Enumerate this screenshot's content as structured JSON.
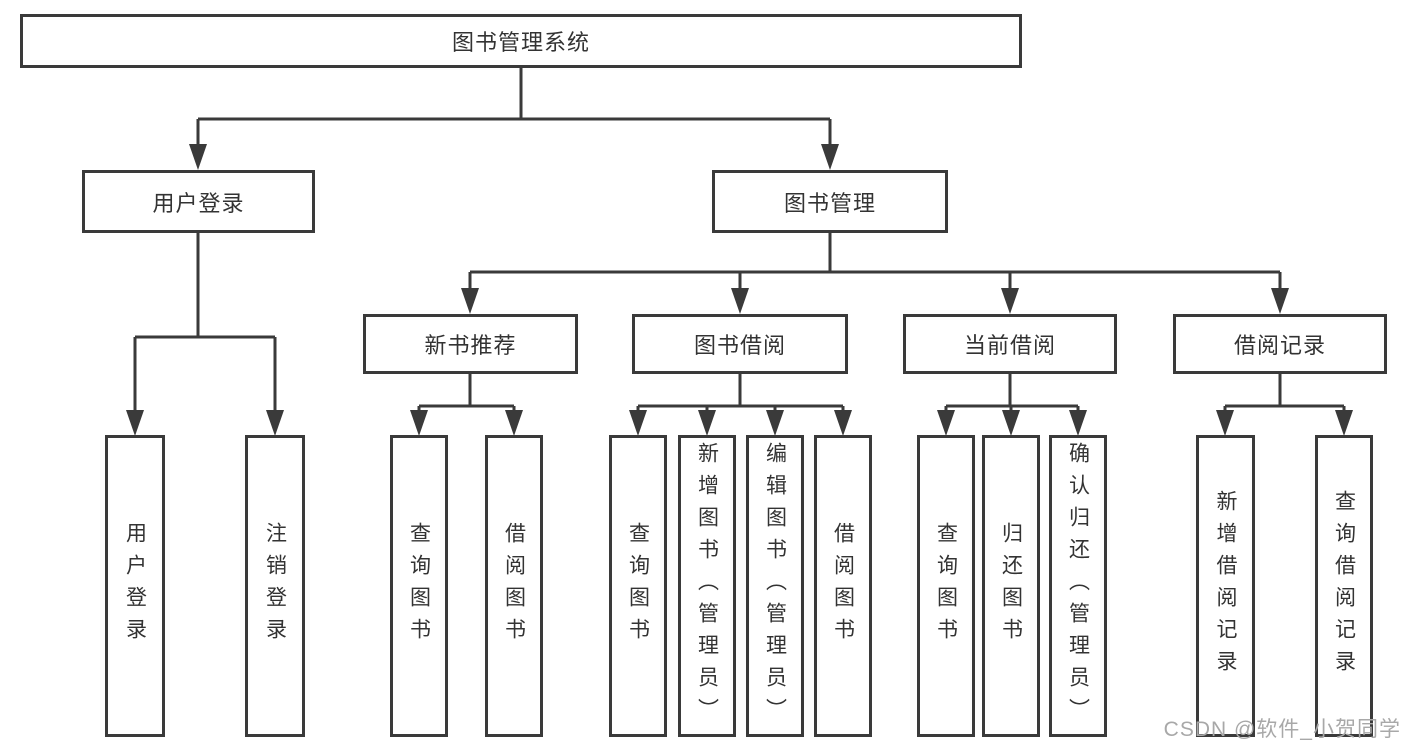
{
  "nodes": {
    "root": {
      "label": "图书管理系统"
    },
    "user_login": {
      "label": "用户登录"
    },
    "book_management": {
      "label": "图书管理"
    },
    "new_book_recommend": {
      "label": "新书推荐"
    },
    "book_borrow": {
      "label": "图书借阅"
    },
    "current_borrow": {
      "label": "当前借阅"
    },
    "borrow_records": {
      "label": "借阅记录"
    }
  },
  "leaves": [
    {
      "label": "用户登录",
      "parent": "用户登录"
    },
    {
      "label": "注销登录",
      "parent": "用户登录"
    },
    {
      "label": "查询图书",
      "parent": "新书推荐"
    },
    {
      "label": "借阅图书",
      "parent": "新书推荐"
    },
    {
      "label": "查询图书",
      "parent": "图书借阅"
    },
    {
      "label": "新增图书（管理员）",
      "parent": "图书借阅"
    },
    {
      "label": "编辑图书（管理员）",
      "parent": "图书借阅"
    },
    {
      "label": "借阅图书",
      "parent": "图书借阅"
    },
    {
      "label": "查询图书",
      "parent": "当前借阅"
    },
    {
      "label": "归还图书",
      "parent": "当前借阅"
    },
    {
      "label": "确认归还（管理员）",
      "parent": "当前借阅"
    },
    {
      "label": "新增借阅记录",
      "parent": "借阅记录"
    },
    {
      "label": "查询借阅记录",
      "parent": "借阅记录"
    }
  ],
  "watermark": {
    "text": "CSDN @软件_小贺同学"
  },
  "colors": {
    "line": "#3a3a3a",
    "text": "#333333",
    "background": "#ffffff",
    "watermark": "#a8a8a8"
  }
}
